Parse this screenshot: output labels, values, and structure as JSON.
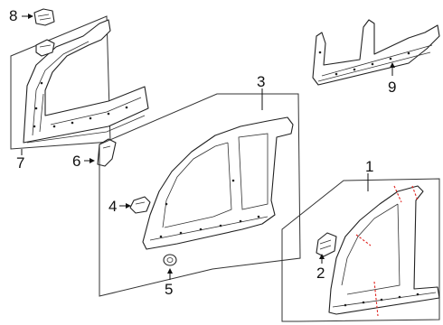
{
  "diagram": {
    "callouts": [
      {
        "id": "1",
        "label": "1"
      },
      {
        "id": "2",
        "label": "2"
      },
      {
        "id": "3",
        "label": "3"
      },
      {
        "id": "4",
        "label": "4"
      },
      {
        "id": "5",
        "label": "5"
      },
      {
        "id": "6",
        "label": "6"
      },
      {
        "id": "7",
        "label": "7"
      },
      {
        "id": "8",
        "label": "8"
      },
      {
        "id": "9",
        "label": "9"
      }
    ],
    "colors": {
      "line": "#222222",
      "cut_line": "#e0201c",
      "background": "#ffffff"
    }
  }
}
